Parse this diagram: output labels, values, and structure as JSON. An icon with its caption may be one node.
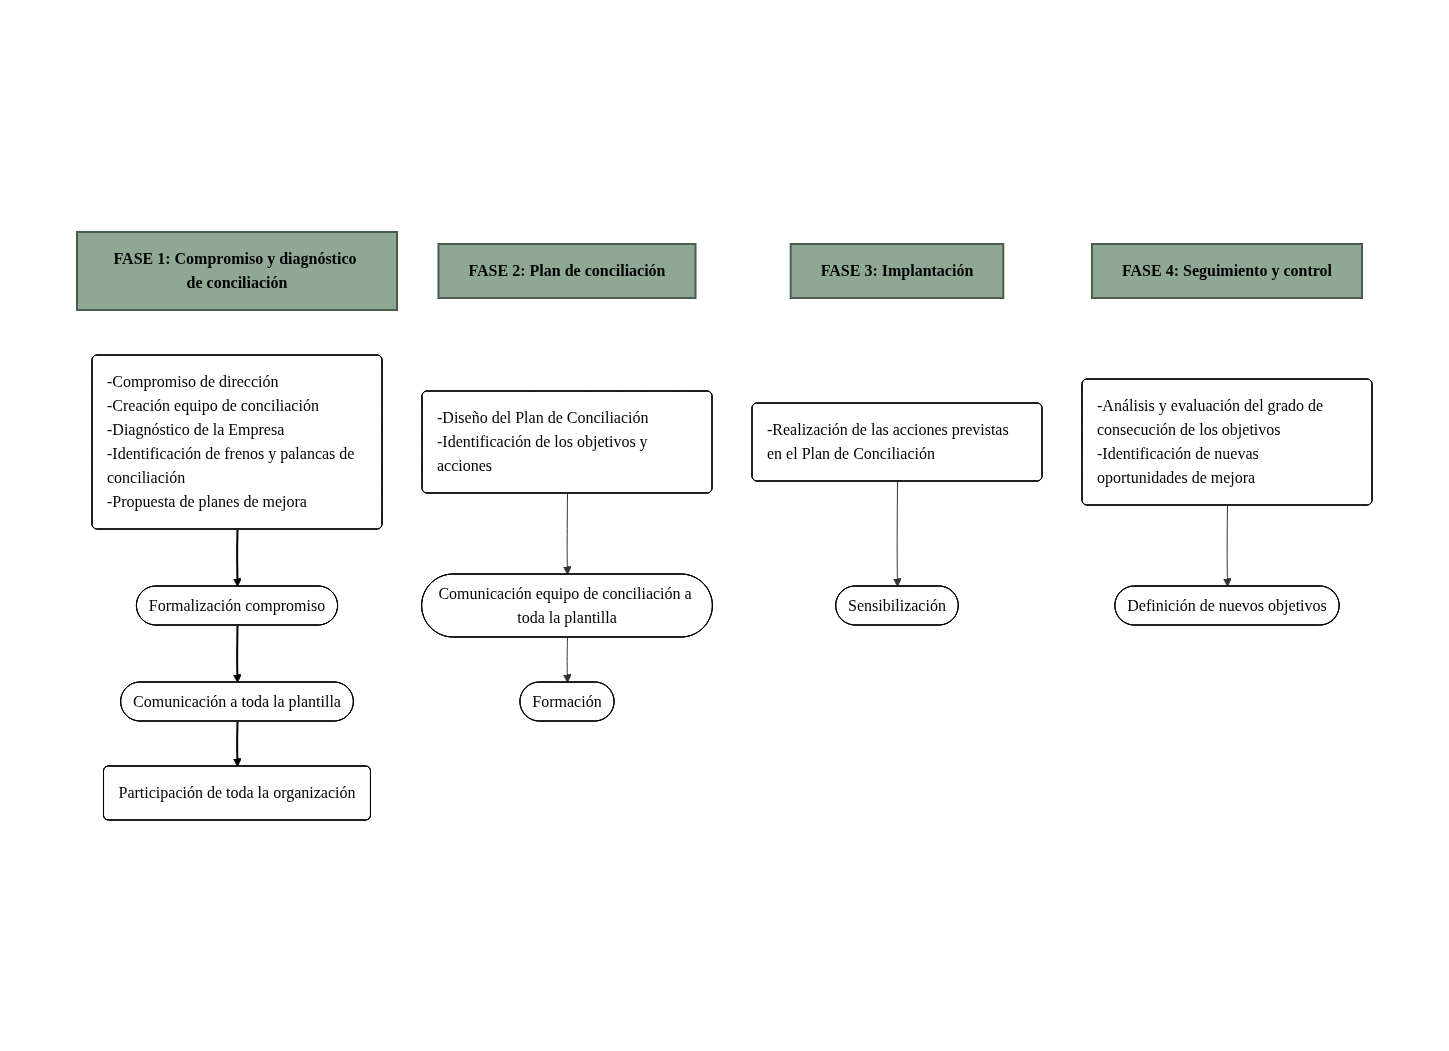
{
  "diagram": {
    "nodes": [
      {
        "text": [
          "FASE 1: Compromiso y diagnóstico de conciliación"
        ]
      },
      {
        "text": [
          "FASE 2: Plan de conciliación"
        ]
      },
      {
        "text": [
          "FASE 3: Implantación"
        ]
      },
      {
        "text": [
          "FASE 4: Seguimiento y control"
        ]
      },
      {
        "text": [
          "-Compromiso de dirección",
          "-Creación equipo de conciliación",
          "-Diagnóstico de la Empresa",
          "-Identificación de frenos y palancas de conciliación",
          "-Propuesta de planes de mejora"
        ]
      },
      {
        "text": [
          "-Diseño del Plan de Conciliación",
          "-Identificación de los objetivos y acciones"
        ]
      },
      {
        "text": [
          "-Realización de las acciones previstas en el Plan de Conciliación"
        ]
      },
      {
        "text": [
          "-Análisis y evaluación del grado de consecución de los objetivos",
          "-Identificación de nuevas oportunidades de mejora"
        ]
      },
      {
        "text": [
          "Formalización compromiso"
        ]
      },
      {
        "text": [
          "Comunicación equipo de conciliación a toda la plantilla"
        ]
      },
      {
        "text": [
          "Sensibilización"
        ]
      },
      {
        "text": [
          "Definición de nuevos objetivos"
        ]
      },
      {
        "text": [
          "Comunicación a toda la plantilla"
        ]
      },
      {
        "text": [
          "Formación"
        ]
      },
      {
        "text": [
          "Participación de toda la organización"
        ]
      }
    ],
    "edges": [
      {
        "from": 4,
        "to": 8,
        "arrow": "to"
      },
      {
        "from": 8,
        "to": 12,
        "arrow": "to"
      },
      {
        "from": 12,
        "to": 14,
        "arrow": "to"
      },
      {
        "from": 5,
        "to": 9,
        "arrow": "to"
      },
      {
        "from": 9,
        "to": 13,
        "arrow": "to"
      },
      {
        "from": 6,
        "to": 10,
        "arrow": "to"
      },
      {
        "from": 7,
        "to": 11,
        "arrow": "to"
      }
    ]
  }
}
